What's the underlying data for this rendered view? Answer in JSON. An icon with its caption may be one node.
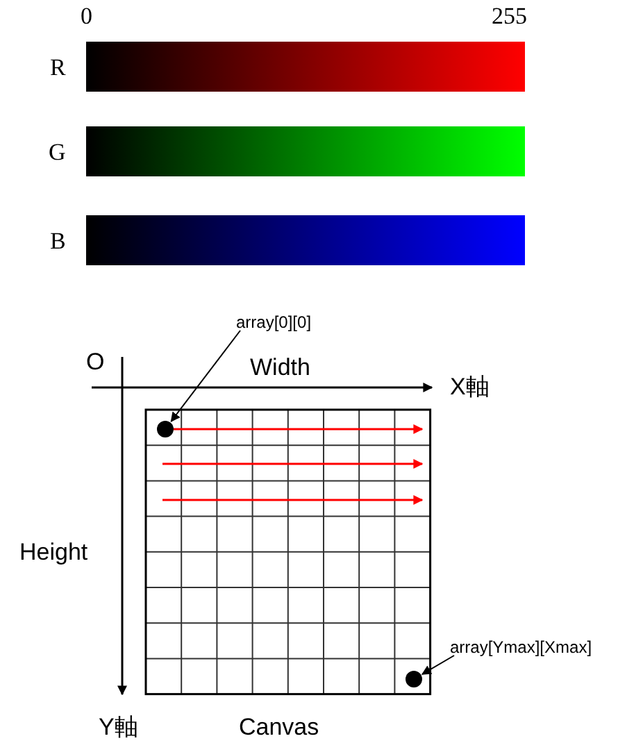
{
  "diagram": {
    "nodes": [
      {
        "text": [
          "array[0][0]"
        ]
      },
      {
        "text": [],
        "shape": "circle"
      },
      {
        "text": [
          "array[Ymax][Xmax]"
        ]
      },
      {
        "text": [],
        "shape": "circle"
      }
    ],
    "edges": [
      {
        "from": 0,
        "to": 1,
        "arrow": "to"
      },
      {
        "from": 2,
        "to": 3,
        "arrow": "to"
      }
    ],
    "labels": [
      "0",
      "255",
      "R",
      "G",
      "B",
      "O",
      "Width",
      "X軸",
      "Height",
      "Y軸",
      "Canvas"
    ]
  }
}
